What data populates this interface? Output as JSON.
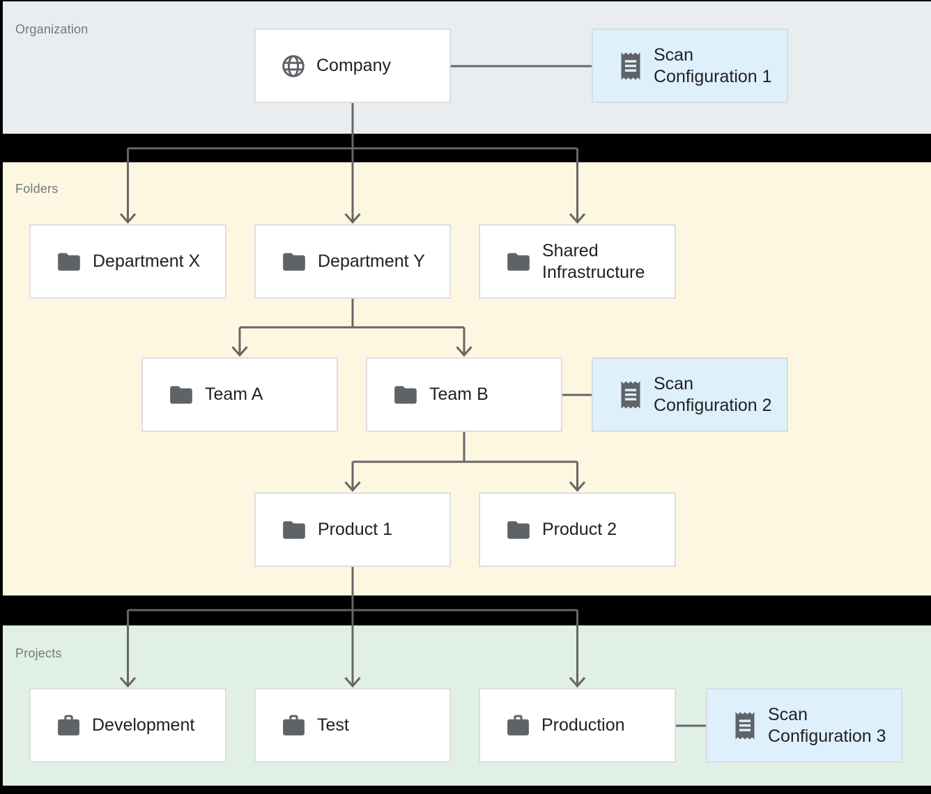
{
  "bands": {
    "organization": {
      "label": "Organization",
      "color": "#e9edf0"
    },
    "folders": {
      "label": "Folders",
      "color": "#fdf7e1"
    },
    "projects": {
      "label": "Projects",
      "color": "#e1f0e7"
    }
  },
  "nodes": {
    "company": {
      "label": "Company",
      "icon": "globe-icon"
    },
    "scan1": {
      "label": "Scan Configuration 1",
      "icon": "receipt-icon"
    },
    "deptx": {
      "label": "Department X",
      "icon": "folder-icon"
    },
    "depty": {
      "label": "Department Y",
      "icon": "folder-icon"
    },
    "shared": {
      "label": "Shared Infrastructure",
      "icon": "folder-icon"
    },
    "teama": {
      "label": "Team A",
      "icon": "folder-icon"
    },
    "teamb": {
      "label": "Team B",
      "icon": "folder-icon"
    },
    "scan2": {
      "label": "Scan Configuration 2",
      "icon": "receipt-icon"
    },
    "product1": {
      "label": "Product 1",
      "icon": "folder-icon"
    },
    "product2": {
      "label": "Product 2",
      "icon": "folder-icon"
    },
    "development": {
      "label": "Development",
      "icon": "briefcase-icon"
    },
    "test": {
      "label": "Test",
      "icon": "briefcase-icon"
    },
    "production": {
      "label": "Production",
      "icon": "briefcase-icon"
    },
    "scan3": {
      "label": "Scan Configuration 3",
      "icon": "receipt-icon"
    }
  },
  "colors": {
    "scan_box_bg": "#def0fb",
    "node_bg": "#ffffff",
    "node_border": "#dcdee1",
    "connector": "#666666",
    "icon": "#5f6368",
    "label_text": "#202124",
    "band_label_text": "#73777a",
    "page_bg": "#000000"
  }
}
